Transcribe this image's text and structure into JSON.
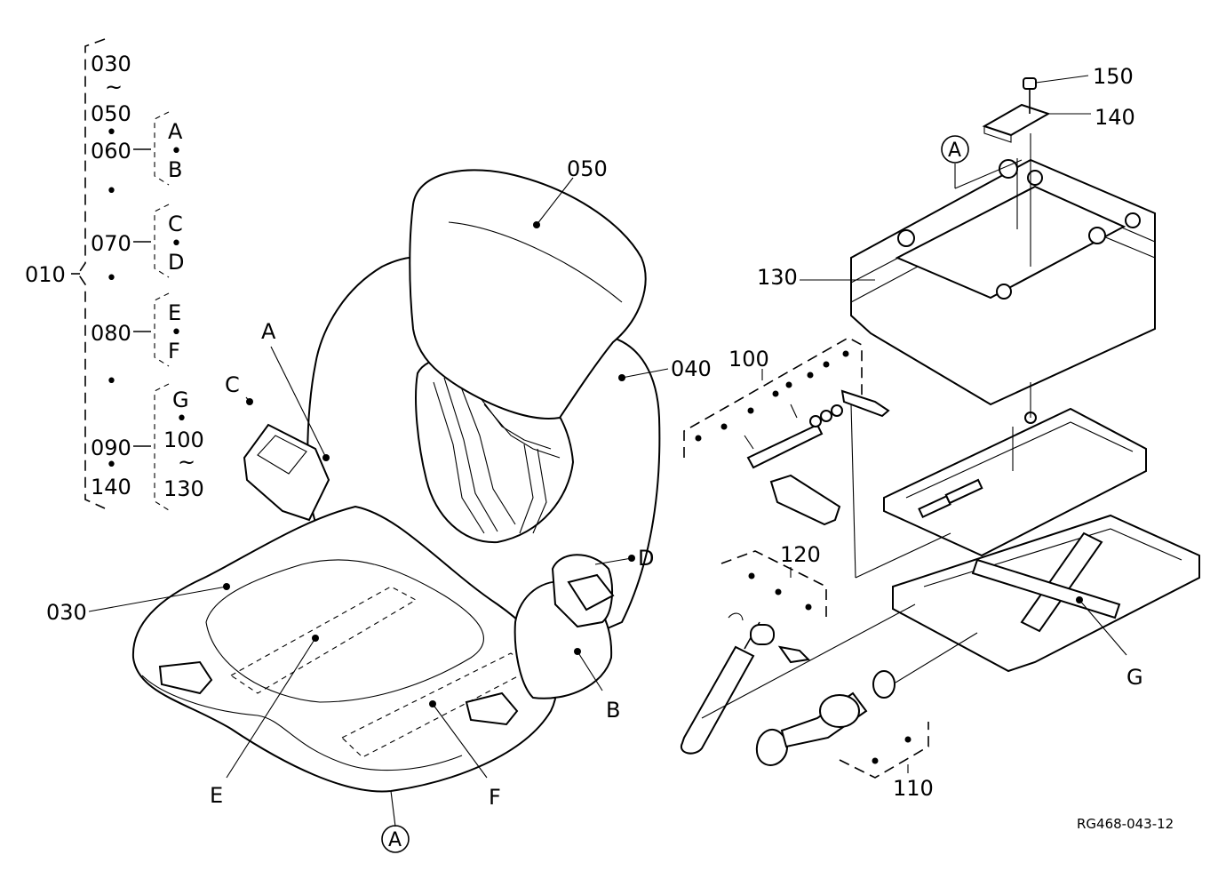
{
  "diagram": {
    "drawing_code": "RG468-043-12",
    "assembly_label": "010",
    "tree": {
      "range_top": "030",
      "range_tilde": "~",
      "range_bottom": "050",
      "group_ab": {
        "part": "060",
        "refs": [
          "A",
          "B"
        ]
      },
      "group_cd": {
        "part": "070",
        "refs": [
          "C",
          "D"
        ]
      },
      "group_ef": {
        "part": "080",
        "refs": [
          "E",
          "F"
        ]
      },
      "group_g": {
        "part_top": "090",
        "part_bottom": "140",
        "ref": "G",
        "range_top": "100",
        "range_tilde": "~",
        "range_bottom": "130"
      },
      "separator": "•"
    },
    "callouts": {
      "p030": "030",
      "p040": "040",
      "p050": "050",
      "p100": "100",
      "p110": "110",
      "p120": "120",
      "p130": "130",
      "p140": "140",
      "p150": "150",
      "refA": "A",
      "refB": "B",
      "refC": "C",
      "refD": "D",
      "refE": "E",
      "refF": "F",
      "refG": "G",
      "circleA_bottom": "A",
      "circleA_top": "A"
    }
  }
}
